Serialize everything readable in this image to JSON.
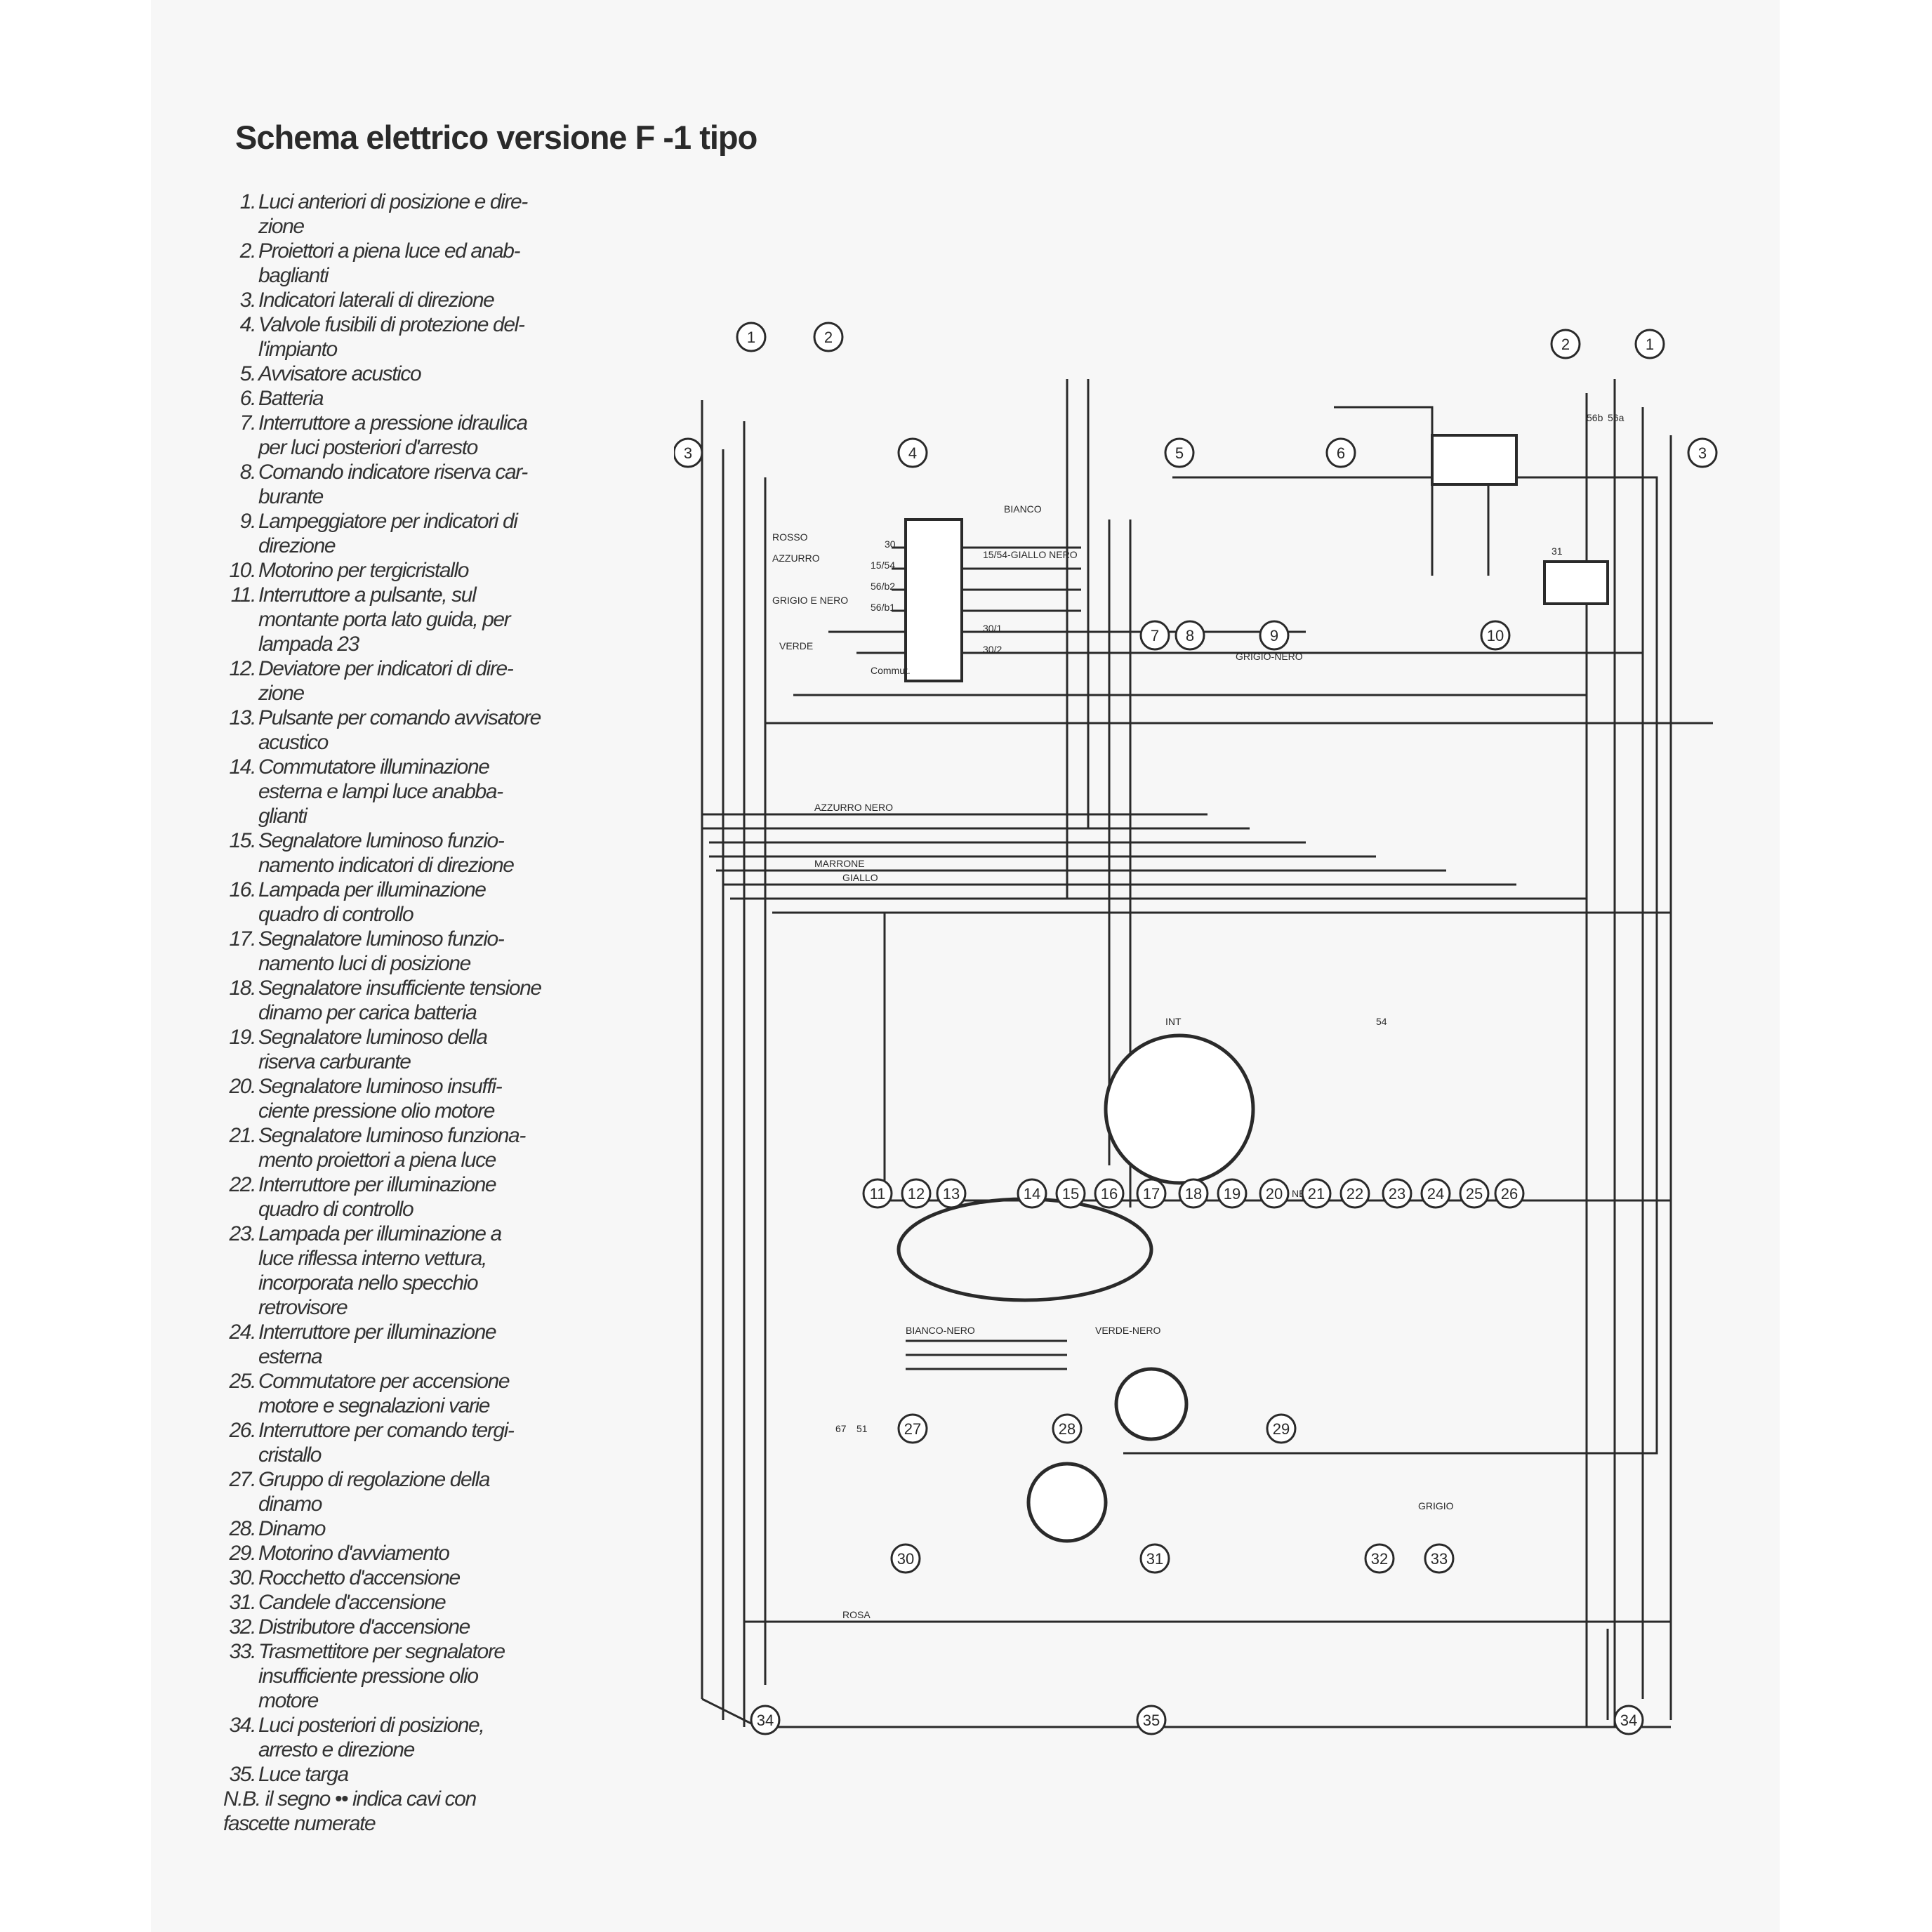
{
  "title": "Schema elettrico versione F -1 tipo",
  "legend": [
    {
      "num": "1.",
      "text": "Luci anteriori di posizione e dire-\nzione"
    },
    {
      "num": "2.",
      "text": "Proiettori a piena luce ed anab-\nbaglianti"
    },
    {
      "num": "3.",
      "text": "Indicatori laterali di direzione"
    },
    {
      "num": "4.",
      "text": "Valvole fusibili di protezione del-\nl'impianto"
    },
    {
      "num": "5.",
      "text": "Avvisatore acustico"
    },
    {
      "num": "6.",
      "text": "Batteria"
    },
    {
      "num": "7.",
      "text": "Interruttore a pressione idraulica\nper luci posteriori d'arresto"
    },
    {
      "num": "8.",
      "text": "Comando indicatore riserva car-\nburante"
    },
    {
      "num": "9.",
      "text": "Lampeggiatore per indicatori di\ndirezione"
    },
    {
      "num": "10.",
      "text": "Motorino per tergicristallo"
    },
    {
      "num": "11.",
      "text": "Interruttore a pulsante, sul\nmontante porta lato guida, per\nlampada 23"
    },
    {
      "num": "12.",
      "text": "Deviatore per indicatori di dire-\nzione"
    },
    {
      "num": "13.",
      "text": "Pulsante per comando avvisatore\nacustico"
    },
    {
      "num": "14.",
      "text": "Commutatore illuminazione\nesterna e lampi luce anabba-\nglianti"
    },
    {
      "num": "15.",
      "text": "Segnalatore luminoso funzio-\nnamento indicatori di direzione"
    },
    {
      "num": "16.",
      "text": "Lampada per illuminazione\nquadro di controllo"
    },
    {
      "num": "17.",
      "text": "Segnalatore luminoso funzio-\nnamento luci di posizione"
    },
    {
      "num": "18.",
      "text": "Segnalatore insufficiente tensione\ndinamo per carica batteria"
    },
    {
      "num": "19.",
      "text": "Segnalatore luminoso della\nriserva carburante"
    },
    {
      "num": "20.",
      "text": "Segnalatore luminoso insuffi-\nciente pressione olio motore"
    },
    {
      "num": "21.",
      "text": "Segnalatore luminoso funziona-\nmento proiettori a piena luce"
    },
    {
      "num": "22.",
      "text": "Interruttore per illuminazione\nquadro di controllo"
    },
    {
      "num": "23.",
      "text": "Lampada per illuminazione a\nluce riflessa interno vettura,\nincorporata nello specchio\nretrovisore"
    },
    {
      "num": "24.",
      "text": "Interruttore per illuminazione\nesterna"
    },
    {
      "num": "25.",
      "text": "Commutatore per accensione\nmotore e segnalazioni varie"
    },
    {
      "num": "26.",
      "text": "Interruttore per comando tergi-\ncristallo"
    },
    {
      "num": "27.",
      "text": "Gruppo di regolazione della\ndinamo"
    },
    {
      "num": "28.",
      "text": "Dinamo"
    },
    {
      "num": "29.",
      "text": "Motorino d'avviamento"
    },
    {
      "num": "30.",
      "text": "Rocchetto d'accensione"
    },
    {
      "num": "31.",
      "text": "Candele d'accensione"
    },
    {
      "num": "32.",
      "text": "Distributore d'accensione"
    },
    {
      "num": "33.",
      "text": "Trasmettitore per segnalatore\ninsufficiente pressione olio\nmotore"
    },
    {
      "num": "34.",
      "text": "Luci posteriori di posizione,\narresto e direzione"
    },
    {
      "num": "35.",
      "text": "Luce targa"
    }
  ],
  "note": "N.B. il segno •• indica cavi con\nfascette numerate",
  "callouts": [
    "1",
    "2",
    "2",
    "1",
    "3",
    "3",
    "4",
    "5",
    "6",
    "7",
    "8",
    "9",
    "10",
    "11",
    "12",
    "13",
    "14",
    "15",
    "16",
    "17",
    "18",
    "19",
    "20",
    "21",
    "22",
    "23",
    "24",
    "25",
    "26",
    "27",
    "28",
    "29",
    "30",
    "31",
    "32",
    "33",
    "34",
    "35",
    "34"
  ],
  "wire_labels": {
    "rosso": "ROSSO",
    "azzurro": "AZZURRO",
    "azzurro_nero": "AZZURRO NERO",
    "bianco": "BIANCO",
    "giallo": "GIALLO",
    "marrone": "MARRONE",
    "nero": "NERO",
    "verde": "VERDE",
    "grigio": "GRIGIO",
    "giallo_nero": "GIALLO NERO",
    "bianco_nero": "BIANCO-NERO",
    "verde_nero": "VERDE-NERO",
    "grigio_nero": "GRIGIO-NERO",
    "rosa": "ROSA",
    "grigio_e_nero": "GRIGIO E NERO",
    "commut": "Commut.",
    "giallo_nero_fuse": "15/54-GIALLO NERO"
  },
  "terminal_labels": {
    "t30": "30",
    "t15_54": "15/54",
    "t56b2": "56/b2",
    "t56b1": "56/b1",
    "t30_1": "30/1",
    "t30_2": "30/2",
    "t56a": "56a",
    "t56b": "56b",
    "t31": "31",
    "t67": "67",
    "t51": "51",
    "tINT": "INT",
    "t54": "54"
  },
  "colors": {
    "ink": "#2a2a2a",
    "paper": "#f7f7f7"
  }
}
